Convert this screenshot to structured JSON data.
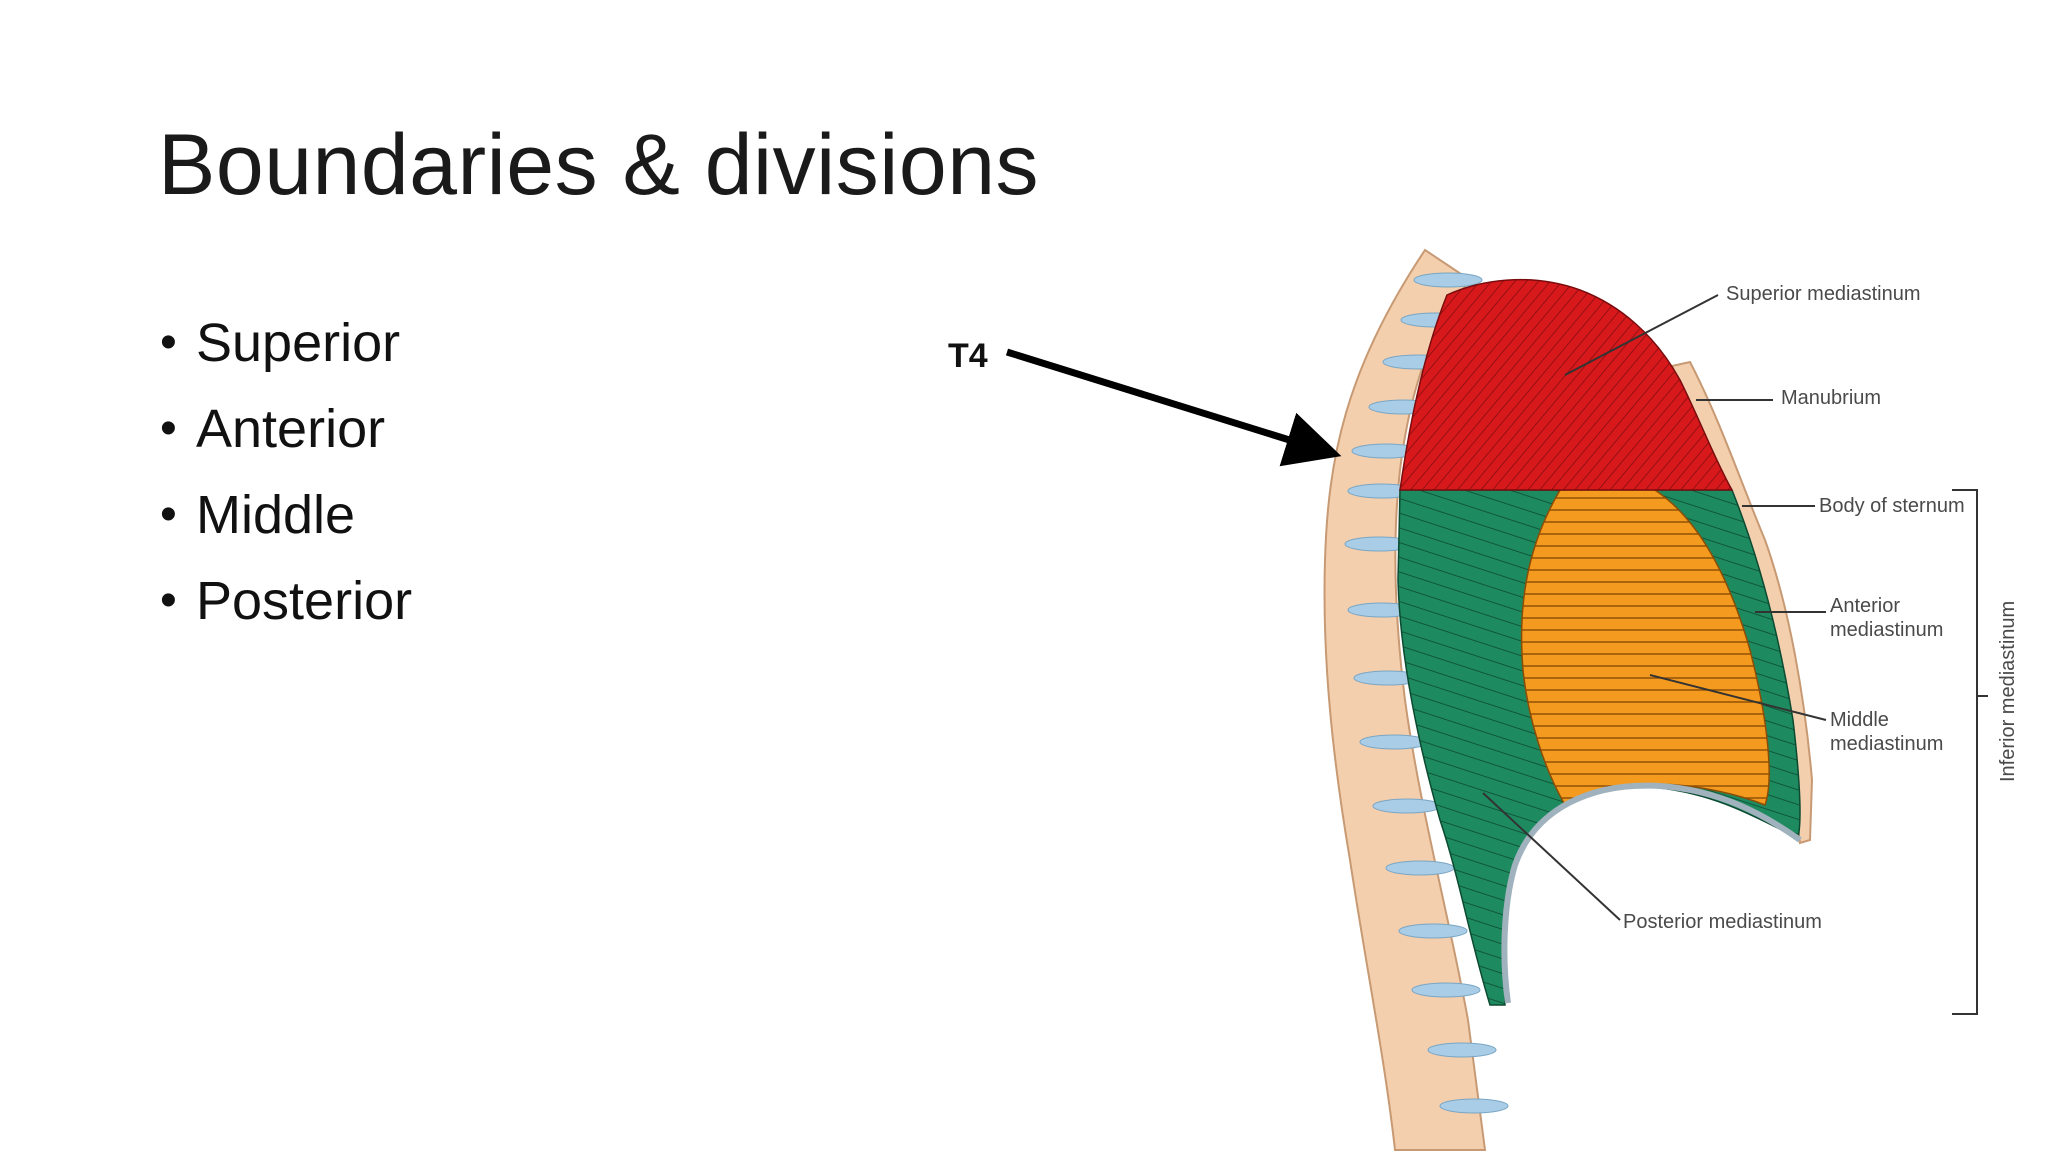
{
  "slide": {
    "title": "Boundaries & divisions",
    "bullets": [
      {
        "label": "Superior"
      },
      {
        "label": "Anterior"
      },
      {
        "label": "Middle"
      },
      {
        "label": "Posterior"
      }
    ]
  },
  "diagram": {
    "vertebra_marker": "T4",
    "labels": {
      "superior_mediastinum": "Superior mediastinum",
      "manubrium": "Manubrium",
      "body_of_sternum": "Body of sternum",
      "anterior_line1": "Anterior",
      "anterior_line2": "mediastinum",
      "middle_line1": "Middle",
      "middle_line2": "mediastinum",
      "posterior_mediastinum": "Posterior mediastinum",
      "inferior_mediastinum": "Inferior mediastinum"
    },
    "colors": {
      "superior": "#d7191c",
      "anterior_posterior": "#1e8a5f",
      "middle": "#f39a1f",
      "bone": "#f3cfae",
      "disc": "#a9cde6",
      "diaphragm": "#9fb2bd"
    }
  }
}
